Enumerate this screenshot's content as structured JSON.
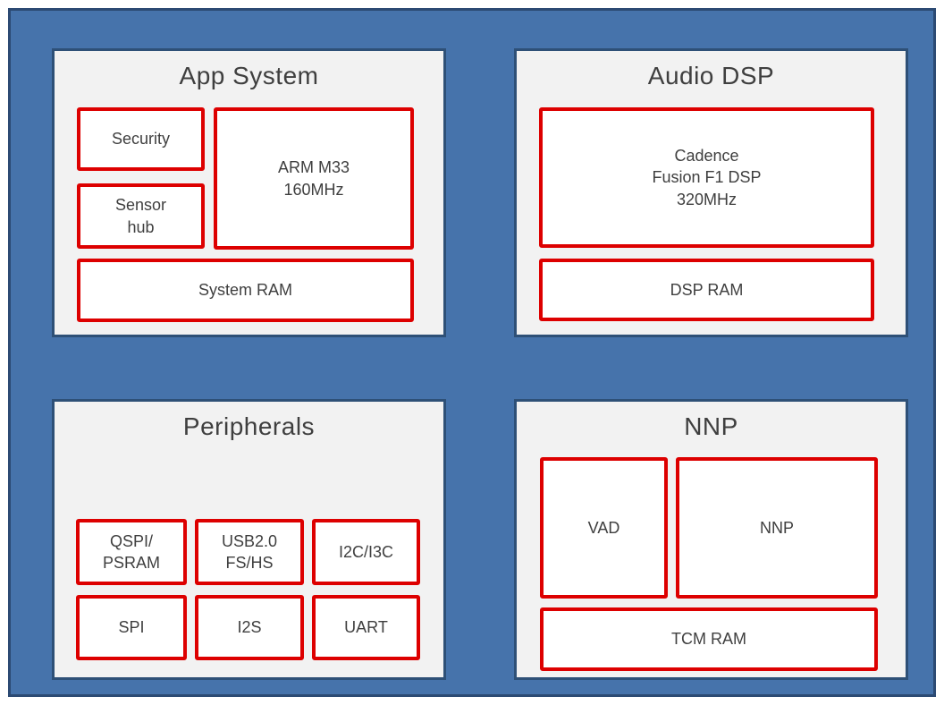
{
  "colors": {
    "canvas_bg": "#FFFFFF",
    "board_fill": "#4673AB",
    "board_border": "#2C4A73",
    "panel_fill": "#F2F2F2",
    "panel_border": "#2E5077",
    "block_fill": "#FFFFFF",
    "block_border": "#DD0000",
    "text": "#3F3F3F"
  },
  "panels": [
    {
      "title": "App System",
      "blocks": [
        {
          "label": "Security"
        },
        {
          "label": "Sensor\nhub"
        },
        {
          "label": "ARM M33\n160MHz"
        },
        {
          "label": "System RAM"
        }
      ]
    },
    {
      "title": "Audio DSP",
      "blocks": [
        {
          "label": "Cadence\nFusion F1 DSP\n320MHz"
        },
        {
          "label": "DSP RAM"
        }
      ]
    },
    {
      "title": "Peripherals",
      "blocks": [
        {
          "label": "QSPI/\nPSRAM"
        },
        {
          "label": "USB2.0\nFS/HS"
        },
        {
          "label": "I2C/I3C"
        },
        {
          "label": "SPI"
        },
        {
          "label": "I2S"
        },
        {
          "label": "UART"
        }
      ]
    },
    {
      "title": "NNP",
      "blocks": [
        {
          "label": "VAD"
        },
        {
          "label": "NNP"
        },
        {
          "label": "TCM RAM"
        }
      ]
    }
  ]
}
